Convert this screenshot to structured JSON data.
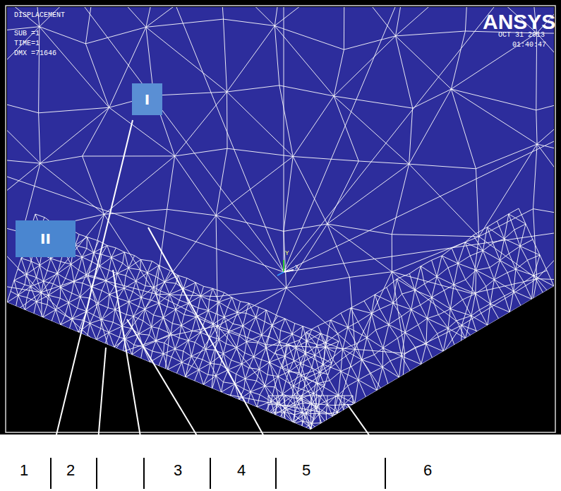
{
  "diagram": {
    "nodes": [
      {
        "text": [
          "I"
        ]
      },
      {
        "text": [
          "II"
        ]
      }
    ],
    "labels": [
      "DISPLACEMENT",
      "SUB =1",
      "TIME=1",
      "DMX =71646",
      "ANSYS",
      "OCT 31 2013",
      "01:40:47",
      "Y",
      "X",
      "1",
      "2",
      "3",
      "4",
      "5",
      "6"
    ]
  }
}
